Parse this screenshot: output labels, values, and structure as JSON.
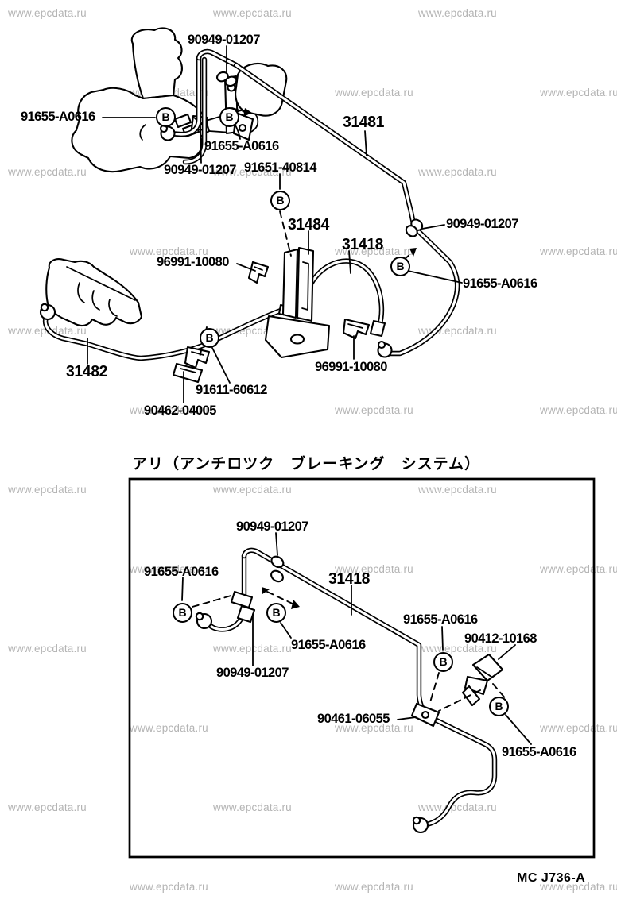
{
  "watermark_text": "www.epcdata.ru",
  "footer_code": "MC J736-A",
  "callout_letter": "B",
  "main_diagram": {
    "labels": [
      {
        "part": "90949-01207"
      },
      {
        "part": "91655-A0616"
      },
      {
        "part": "91655-A0616"
      },
      {
        "part": "90949-01207"
      },
      {
        "part": "91651-40814"
      },
      {
        "part": "31481"
      },
      {
        "part": "90949-01207"
      },
      {
        "part": "31484"
      },
      {
        "part": "31418"
      },
      {
        "part": "96991-10080"
      },
      {
        "part": "91655-A0616"
      },
      {
        "part": "31482"
      },
      {
        "part": "91611-60612"
      },
      {
        "part": "90462-04005"
      },
      {
        "part": "96991-10080"
      }
    ]
  },
  "abs_diagram": {
    "heading_jp": "アリ（アンチロツク　ブレーキング　システム）",
    "labels": [
      {
        "part": "90949-01207"
      },
      {
        "part": "91655-A0616"
      },
      {
        "part": "31418"
      },
      {
        "part": "91655-A0616"
      },
      {
        "part": "90949-01207"
      },
      {
        "part": "91655-A0616"
      },
      {
        "part": "90412-10168"
      },
      {
        "part": "90461-06055"
      },
      {
        "part": "91655-A0616"
      }
    ]
  }
}
